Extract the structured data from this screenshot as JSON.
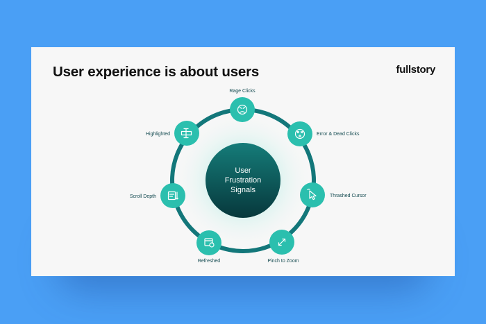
{
  "slide": {
    "title": "User experience is about users",
    "brand": "fullstory"
  },
  "diagram": {
    "center_lines": [
      "User",
      "Frustration",
      "Signals"
    ],
    "nodes": [
      {
        "label": "Rage Clicks",
        "icon": "angry-face-icon"
      },
      {
        "label": "Error & Dead Clicks",
        "icon": "dizzy-face-icon"
      },
      {
        "label": "Thrashed Cursor",
        "icon": "cursor-pointer-icon"
      },
      {
        "label": "Pinch to Zoom",
        "icon": "expand-arrows-icon"
      },
      {
        "label": "Refreshed",
        "icon": "browser-refresh-icon"
      },
      {
        "label": "Scroll Depth",
        "icon": "scroll-list-icon"
      },
      {
        "label": "Highlighted",
        "icon": "text-cursor-icon"
      }
    ]
  },
  "colors": {
    "background": "#4a9ff5",
    "ring": "#13777a",
    "node": "#2bbfae",
    "center_top": "#157c79",
    "center_bottom": "#07383c",
    "label": "#12494f"
  }
}
